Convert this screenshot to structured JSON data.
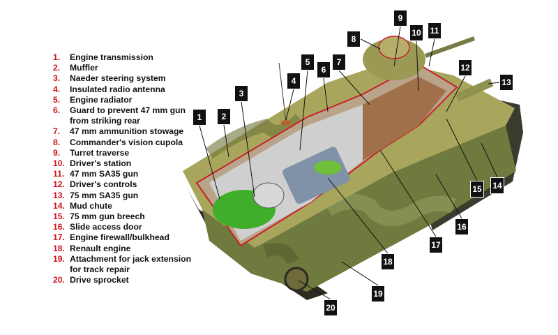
{
  "legend": [
    {
      "num": "1.",
      "label": "Engine transmission"
    },
    {
      "num": "2.",
      "label": "Muffler"
    },
    {
      "num": "3.",
      "label": "Naeder steering system"
    },
    {
      "num": "4.",
      "label": "Insulated radio antenna"
    },
    {
      "num": "5.",
      "label": "Engine radiator"
    },
    {
      "num": "6.",
      "label": "Guard to prevent 47 mm gun from striking rear"
    },
    {
      "num": "7.",
      "label": "47 mm ammunition stowage"
    },
    {
      "num": "8.",
      "label": "Commander's vision cupola"
    },
    {
      "num": "9.",
      "label": "Turret traverse"
    },
    {
      "num": "10.",
      "label": "Driver's station"
    },
    {
      "num": "11.",
      "label": "47 mm SA35 gun"
    },
    {
      "num": "12.",
      "label": "Driver's controls"
    },
    {
      "num": "13.",
      "label": "75 mm SA35 gun"
    },
    {
      "num": "14.",
      "label": "Mud chute"
    },
    {
      "num": "15.",
      "label": "75 mm gun breech"
    },
    {
      "num": "16.",
      "label": "Slide access door"
    },
    {
      "num": "17.",
      "label": "Engine firewall/bulkhead"
    },
    {
      "num": "18.",
      "label": "Renault engine"
    },
    {
      "num": "19.",
      "label": "Attachment for jack extension for track repair"
    },
    {
      "num": "20.",
      "label": "Drive sprocket"
    }
  ],
  "callouts": [
    "1",
    "2",
    "3",
    "4",
    "5",
    "6",
    "7",
    "8",
    "9",
    "10",
    "11",
    "12",
    "13",
    "14",
    "15",
    "16",
    "17",
    "18",
    "19",
    "20"
  ],
  "colors": {
    "number": "#d0121b",
    "callout_bg": "#111111",
    "cutaway_outline": "#c8202a",
    "engine_green": "#3fae2a"
  }
}
